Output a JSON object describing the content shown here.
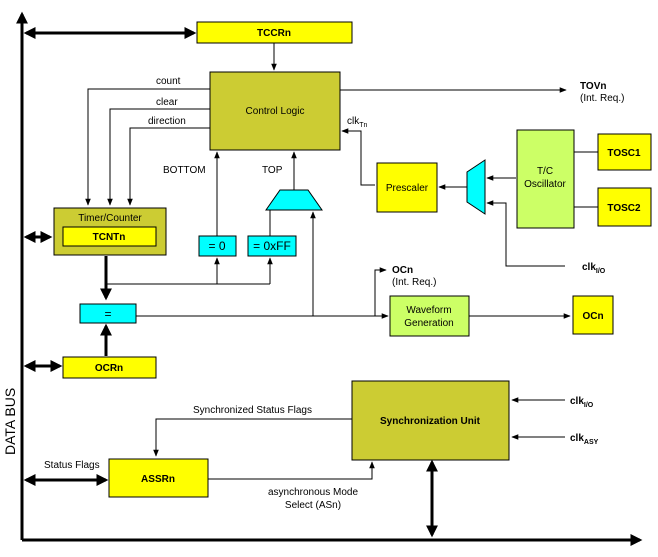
{
  "diagram": {
    "data_bus": "DATA BUS",
    "tccrn": "TCCRn",
    "control_logic": "Control Logic",
    "count": "count",
    "clear": "clear",
    "direction": "direction",
    "tovn": "TOVn",
    "tovn_sub": "(Int. Req.)",
    "clk_tn_main": "clk",
    "clk_tn_sub": "Tn",
    "bottom": "BOTTOM",
    "top": "TOP",
    "timer_counter": "Timer/Counter",
    "tcntn": "TCNTn",
    "eq_zero": "= 0",
    "eq_ff": "= 0xFF",
    "prescaler": "Prescaler",
    "tc_osc_line1": "T/C",
    "tc_osc_line2": "Oscillator",
    "tosc1": "TOSC1",
    "tosc2": "TOSC2",
    "clk_io_main": "clk",
    "clk_io_sub": "I/O",
    "ocn_out": "OCn",
    "ocn_int": "(Int. Req.)",
    "comparator": "=",
    "waveform_line1": "Waveform",
    "waveform_line2": "Generation",
    "ocn_pin": "OCn",
    "ocrn": "OCRn",
    "sync_flags": "Synchronized Status Flags",
    "sync_unit": "Synchronization Unit",
    "clk_io2_main": "clk",
    "clk_io2_sub": "I/O",
    "clk_asy_main": "clk",
    "clk_asy_sub": "ASY",
    "status_flags": "Status Flags",
    "assrn": "ASSRn",
    "async_line1": "asynchronous Mode",
    "async_line2": "Select (ASn)"
  },
  "colors": {
    "yellow": "#ffff00",
    "olive": "#cccc33",
    "cyan": "#00ffff",
    "light_green": "#ccff66"
  }
}
